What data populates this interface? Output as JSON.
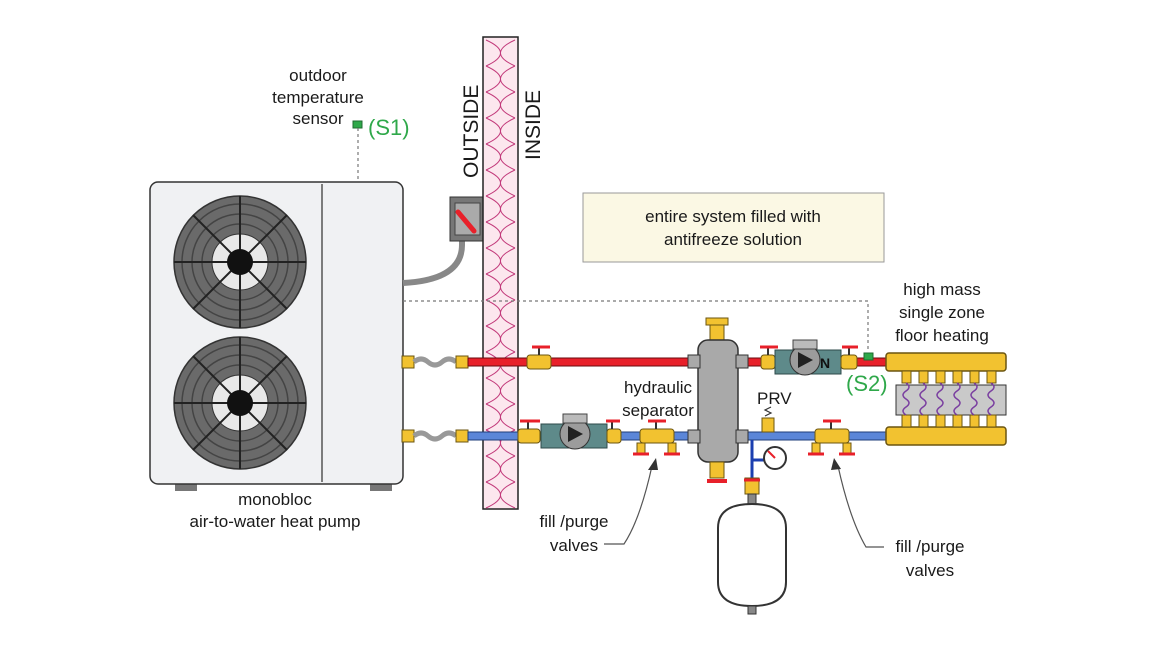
{
  "labels": {
    "outdoor_sensor": [
      "outdoor",
      "temperature",
      "sensor"
    ],
    "s1": "(S1)",
    "s2": "(S2)",
    "outside": "OUTSIDE",
    "inside": "INSIDE",
    "note": [
      "entire system filled with",
      "antifreeze solution"
    ],
    "floor_heating": [
      "high mass",
      "single zone",
      "floor heating"
    ],
    "hydraulic_separator": [
      "hydraulic",
      "separator"
    ],
    "prv": "PRV",
    "heat_pump": [
      "monobloc",
      "air-to-water heat pump"
    ],
    "fill_purge_left": [
      "fill /purge",
      "valves"
    ],
    "fill_purge_right": [
      "fill /purge",
      "valves"
    ]
  },
  "colors": {
    "supply_pipe": "#e8202a",
    "return_pipe": "#5b86d8",
    "sensor_label": "#2fa84a",
    "brass": "#f2c230",
    "wall_outline": "#b0306a",
    "note_fill": "#fbf8e4",
    "heat_pump_body": "#f0f1f3",
    "separator_body": "#a9a9a9"
  }
}
